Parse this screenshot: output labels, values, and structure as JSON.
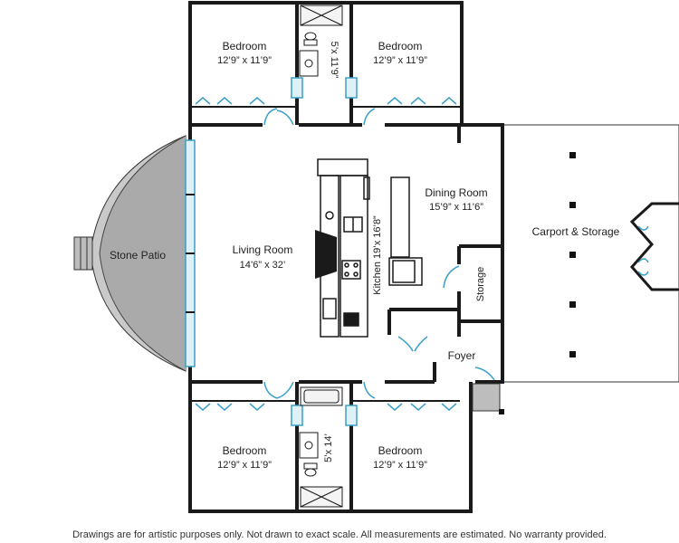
{
  "rooms": {
    "bedroom_nw": {
      "name": "Bedroom",
      "dims": "12’9” x 11’9”"
    },
    "bath_n": {
      "dims": "5’x 11’9”"
    },
    "bedroom_ne": {
      "name": "Bedroom",
      "dims": "12’9” x 11’9”"
    },
    "living": {
      "name": "Living Room",
      "dims": "14’6” x 32’"
    },
    "kitchen": {
      "label": "Kitchen 19’x 16’8”"
    },
    "dining": {
      "name": "Dining Room",
      "dims": "15’9” x 11’6”"
    },
    "storage": {
      "name": "Storage"
    },
    "carport": {
      "name": "Carport & Storage"
    },
    "foyer": {
      "name": "Foyer"
    },
    "patio": {
      "name": "Stone Patio"
    },
    "bedroom_sw": {
      "name": "Bedroom",
      "dims": "12’9” x 11’9”"
    },
    "bath_s": {
      "dims": "5’x 14’"
    },
    "bedroom_se": {
      "name": "Bedroom",
      "dims": "12’9” x 11’9”"
    }
  },
  "footer": {
    "disclaimer": "Drawings are for artistic purposes only. Not drawn to exact scale. All measurements are estimated. No warranty provided."
  },
  "colors": {
    "wall": "#1a1a1a",
    "window": "#3aa0c8",
    "window_fill": "#dff1f8",
    "patio": "#b3b3b3",
    "foyer_step": "#bdbdbd",
    "door_swing": "#3aa0c8"
  }
}
